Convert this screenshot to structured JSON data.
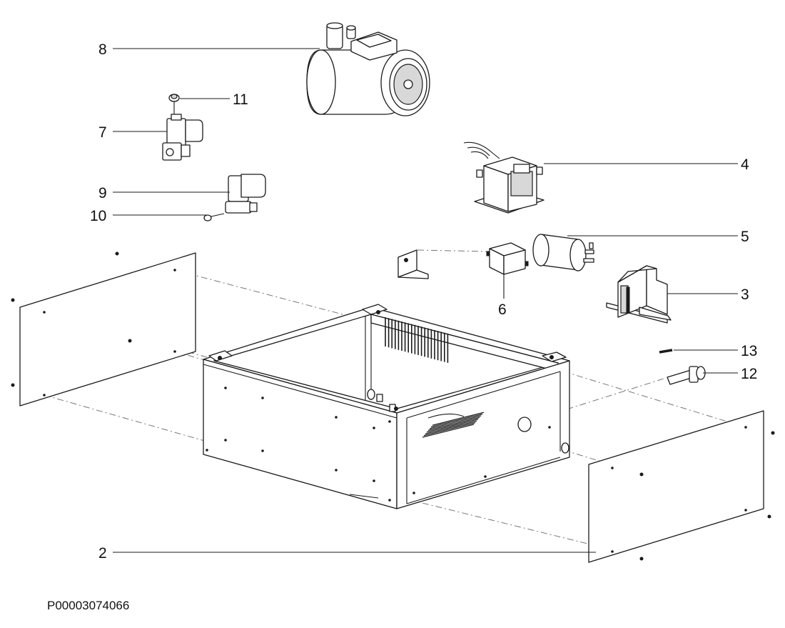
{
  "diagram": {
    "document_id": "P00003074066",
    "callouts": [
      {
        "id": "c8",
        "label": "8"
      },
      {
        "id": "c11",
        "label": "11"
      },
      {
        "id": "c7",
        "label": "7"
      },
      {
        "id": "c4",
        "label": "4"
      },
      {
        "id": "c9",
        "label": "9"
      },
      {
        "id": "c10",
        "label": "10"
      },
      {
        "id": "c5",
        "label": "5"
      },
      {
        "id": "c6",
        "label": "6"
      },
      {
        "id": "c3",
        "label": "3"
      },
      {
        "id": "c13",
        "label": "13"
      },
      {
        "id": "c12",
        "label": "12"
      },
      {
        "id": "c2",
        "label": "2"
      }
    ]
  }
}
